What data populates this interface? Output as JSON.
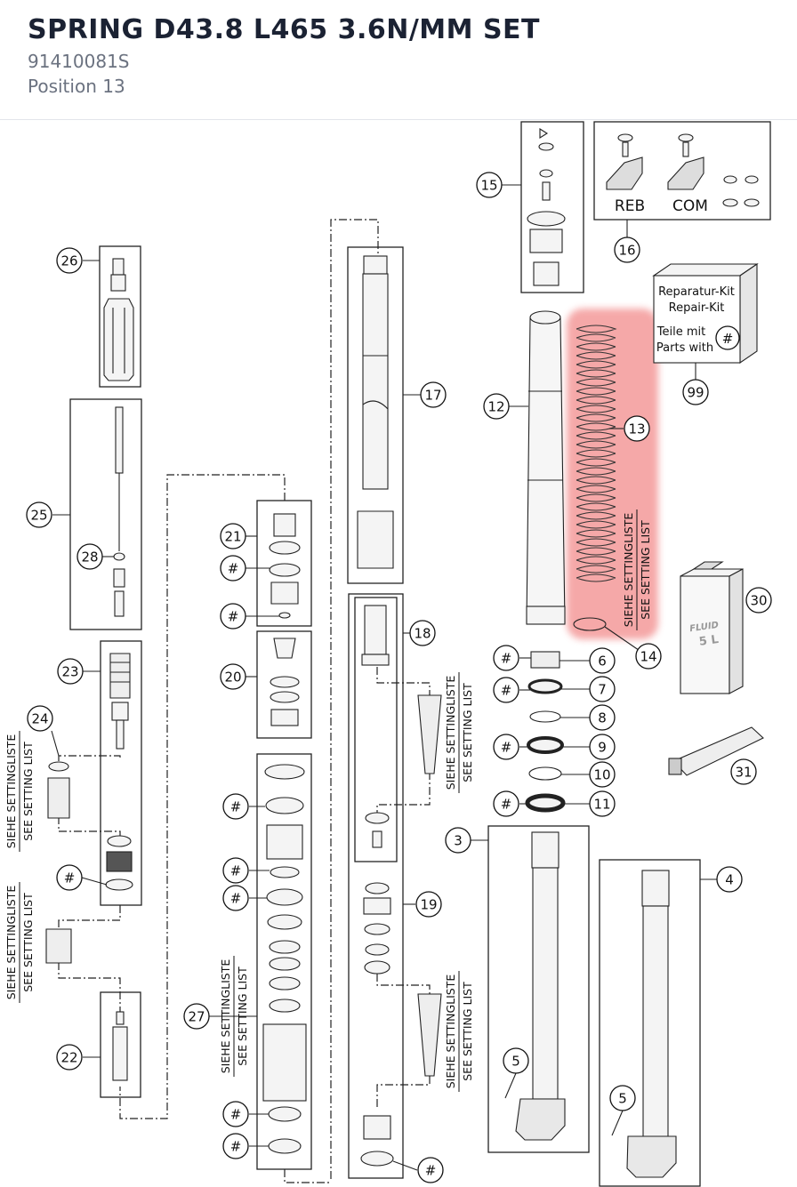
{
  "header": {
    "title": "SPRING D43.8 L465 3.6N/MM SET",
    "part_number": "91410081S",
    "position": "Position 13"
  },
  "diagram": {
    "highlight_color": "#f28b8b",
    "setting_text_de": "SIEHE SETTINGLISTE",
    "setting_text_en": "SEE SETTING LIST",
    "repair_kit": {
      "line1": "Reparatur-Kit",
      "line2": "Repair-Kit",
      "line3": "Teile mit",
      "line4": "Parts with",
      "symbol": "#"
    },
    "adjuster_labels": {
      "reb": "REB",
      "com": "COM"
    },
    "fluid_label": "FLUID",
    "fluid_volume": "5 L",
    "callouts": {
      "c3": "3",
      "c4": "4",
      "c5": "5",
      "c6": "6",
      "c7": "7",
      "c8": "8",
      "c9": "9",
      "c10": "10",
      "c11": "11",
      "c12": "12",
      "c13": "13",
      "c14": "14",
      "c15": "15",
      "c16": "16",
      "c17": "17",
      "c18": "18",
      "c19": "19",
      "c20": "20",
      "c21": "21",
      "c22": "22",
      "c23": "23",
      "c24": "24",
      "c25": "25",
      "c26": "26",
      "c27": "27",
      "c28": "28",
      "c30": "30",
      "c31": "31",
      "c99": "99",
      "hash": "#"
    }
  }
}
